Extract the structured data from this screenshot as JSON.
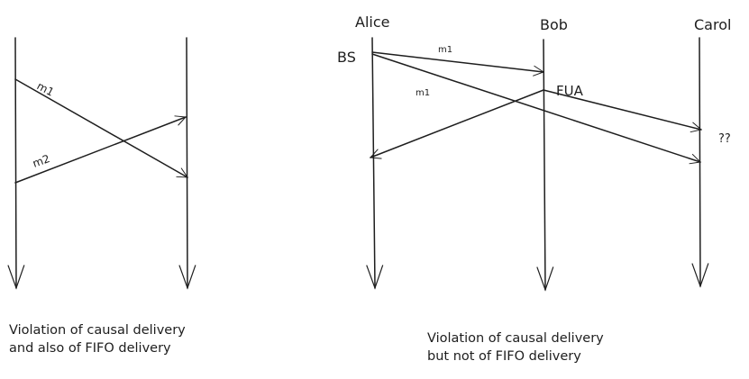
{
  "diagrams": [
    {
      "id": "left",
      "processes": [
        {
          "name": ""
        },
        {
          "name": ""
        }
      ],
      "messages": [
        {
          "label": "m1",
          "from": 0,
          "to": 1
        },
        {
          "label": "m2",
          "from": 0,
          "to": 1
        }
      ],
      "caption": [
        "Violation of causal delivery",
        "and also of FIFO delivery"
      ]
    },
    {
      "id": "right",
      "processes": [
        {
          "name": "Alice"
        },
        {
          "name": "Bob"
        },
        {
          "name": "Carol"
        }
      ],
      "event_labels": {
        "broadcast": "BS",
        "follow_up": "FUA",
        "unknown": "??"
      },
      "messages": [
        {
          "label": "m1",
          "from": "Alice",
          "to": "Bob"
        },
        {
          "label": "m1",
          "from": "Alice",
          "to": "Carol"
        },
        {
          "label": "FUA",
          "from": "Bob",
          "to": "Carol"
        },
        {
          "label": "FUA",
          "from": "Bob",
          "to": "Alice"
        }
      ],
      "caption": [
        "Violation of causal delivery",
        "but not of FIFO delivery"
      ]
    }
  ],
  "colors": {
    "stroke": "#1e1e1e",
    "background": "#ffffff"
  }
}
